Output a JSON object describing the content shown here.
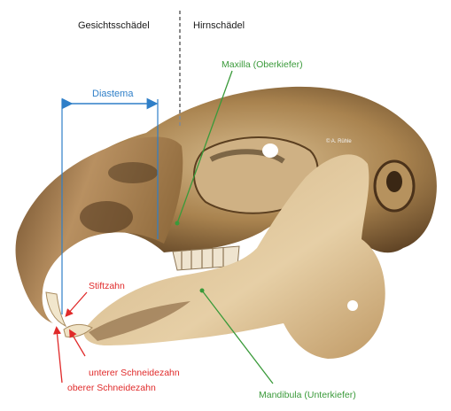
{
  "labels": {
    "face_skull": "Gesichtsschädel",
    "brain_skull": "Hirnschädel",
    "maxilla": "Maxilla (Oberkiefer)",
    "diastema": "Diastema",
    "peg_tooth": "Stiftzahn",
    "lower_incisor": "unterer Schneidezahn",
    "upper_incisor": "oberer Schneidezahn",
    "mandibula": "Mandibula (Unterkiefer)",
    "credit": "© A. Rühle"
  },
  "colors": {
    "green": "#3a9a3a",
    "blue": "#2f7fc8",
    "red": "#e02a2a",
    "dashed_divider": "#8a8a8a",
    "bone_light": "#e8d3ad",
    "bone_mid": "#c9a56f",
    "bone_dark": "#5a3e22"
  }
}
